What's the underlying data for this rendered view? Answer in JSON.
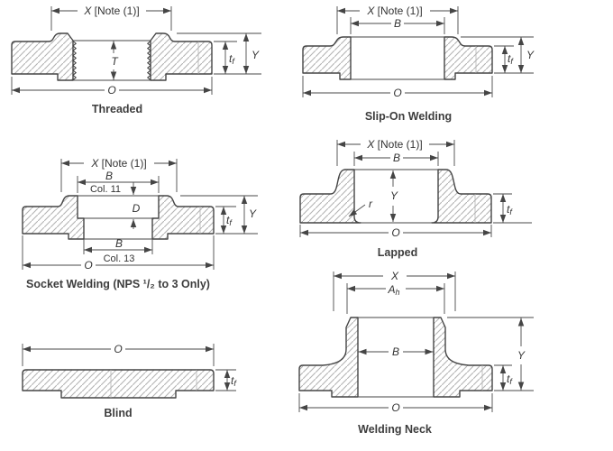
{
  "figure": {
    "background": "#ffffff",
    "line_color": "#454545",
    "hatch_color": "#b4b4b4",
    "text_color": "#333333"
  },
  "diagrams": {
    "threaded": {
      "caption": "Threaded",
      "dims": {
        "x_var": "X",
        "x_note": " [Note (1)]",
        "t": "T",
        "tf_main": "t",
        "tf_sub": "f",
        "y": "Y",
        "o": "O"
      }
    },
    "slip_on": {
      "caption": "Slip-On Welding",
      "dims": {
        "x_var": "X",
        "x_note": " [Note (1)]",
        "b": "B",
        "tf_main": "t",
        "tf_sub": "f",
        "y": "Y",
        "o": "O"
      }
    },
    "socket": {
      "caption": "Socket Welding (NPS ¹/₂ to 3 Only)",
      "dims": {
        "x_var": "X",
        "x_note": " [Note (1)]",
        "b_top": "B",
        "b_top_col": "Col. 11",
        "d": "D",
        "b_bot": "B",
        "b_bot_col": "Col. 13",
        "tf_main": "t",
        "tf_sub": "f",
        "y": "Y",
        "o": "O"
      }
    },
    "lapped": {
      "caption": "Lapped",
      "dims": {
        "x_var": "X",
        "x_note": " [Note (1)]",
        "b": "B",
        "y": "Y",
        "r": "r",
        "tf_main": "t",
        "tf_sub": "f",
        "o": "O"
      }
    },
    "blind": {
      "caption": "Blind",
      "dims": {
        "o": "O",
        "tf_main": "t",
        "tf_sub": "f"
      }
    },
    "welding_neck": {
      "caption": "Welding Neck",
      "dims": {
        "x": "X",
        "ah_main": "A",
        "ah_sub": "h",
        "b": "B",
        "y": "Y",
        "tf_main": "t",
        "tf_sub": "f",
        "o": "O"
      }
    }
  }
}
